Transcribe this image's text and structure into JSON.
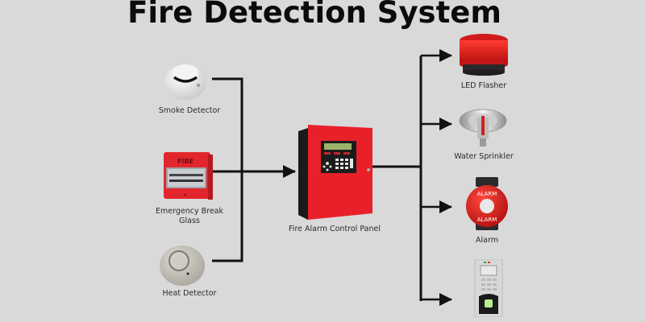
{
  "title": "Fire Detection System",
  "inputs": [
    {
      "name": "smoke-detector",
      "label": "Smoke Detector"
    },
    {
      "name": "emergency-break-glass",
      "label": "Emergency Break Glass",
      "label_line1": "Emergency Break",
      "label_line2": "Glass",
      "device_text": "FIRE"
    },
    {
      "name": "heat-detector",
      "label": "Heat Detector"
    }
  ],
  "controller": {
    "label": "Fire Alarm Control Panel"
  },
  "outputs": [
    {
      "name": "led-flasher",
      "label": "LED Flasher"
    },
    {
      "name": "water-sprinkler",
      "label": "Water Sprinkler"
    },
    {
      "name": "alarm",
      "label": "Alarm",
      "device_text": "ALARM"
    },
    {
      "name": "access-control-terminal",
      "label": ""
    }
  ],
  "colors": {
    "background": "#d9d9d9",
    "line": "#111111",
    "device_red": "#e8202a"
  }
}
